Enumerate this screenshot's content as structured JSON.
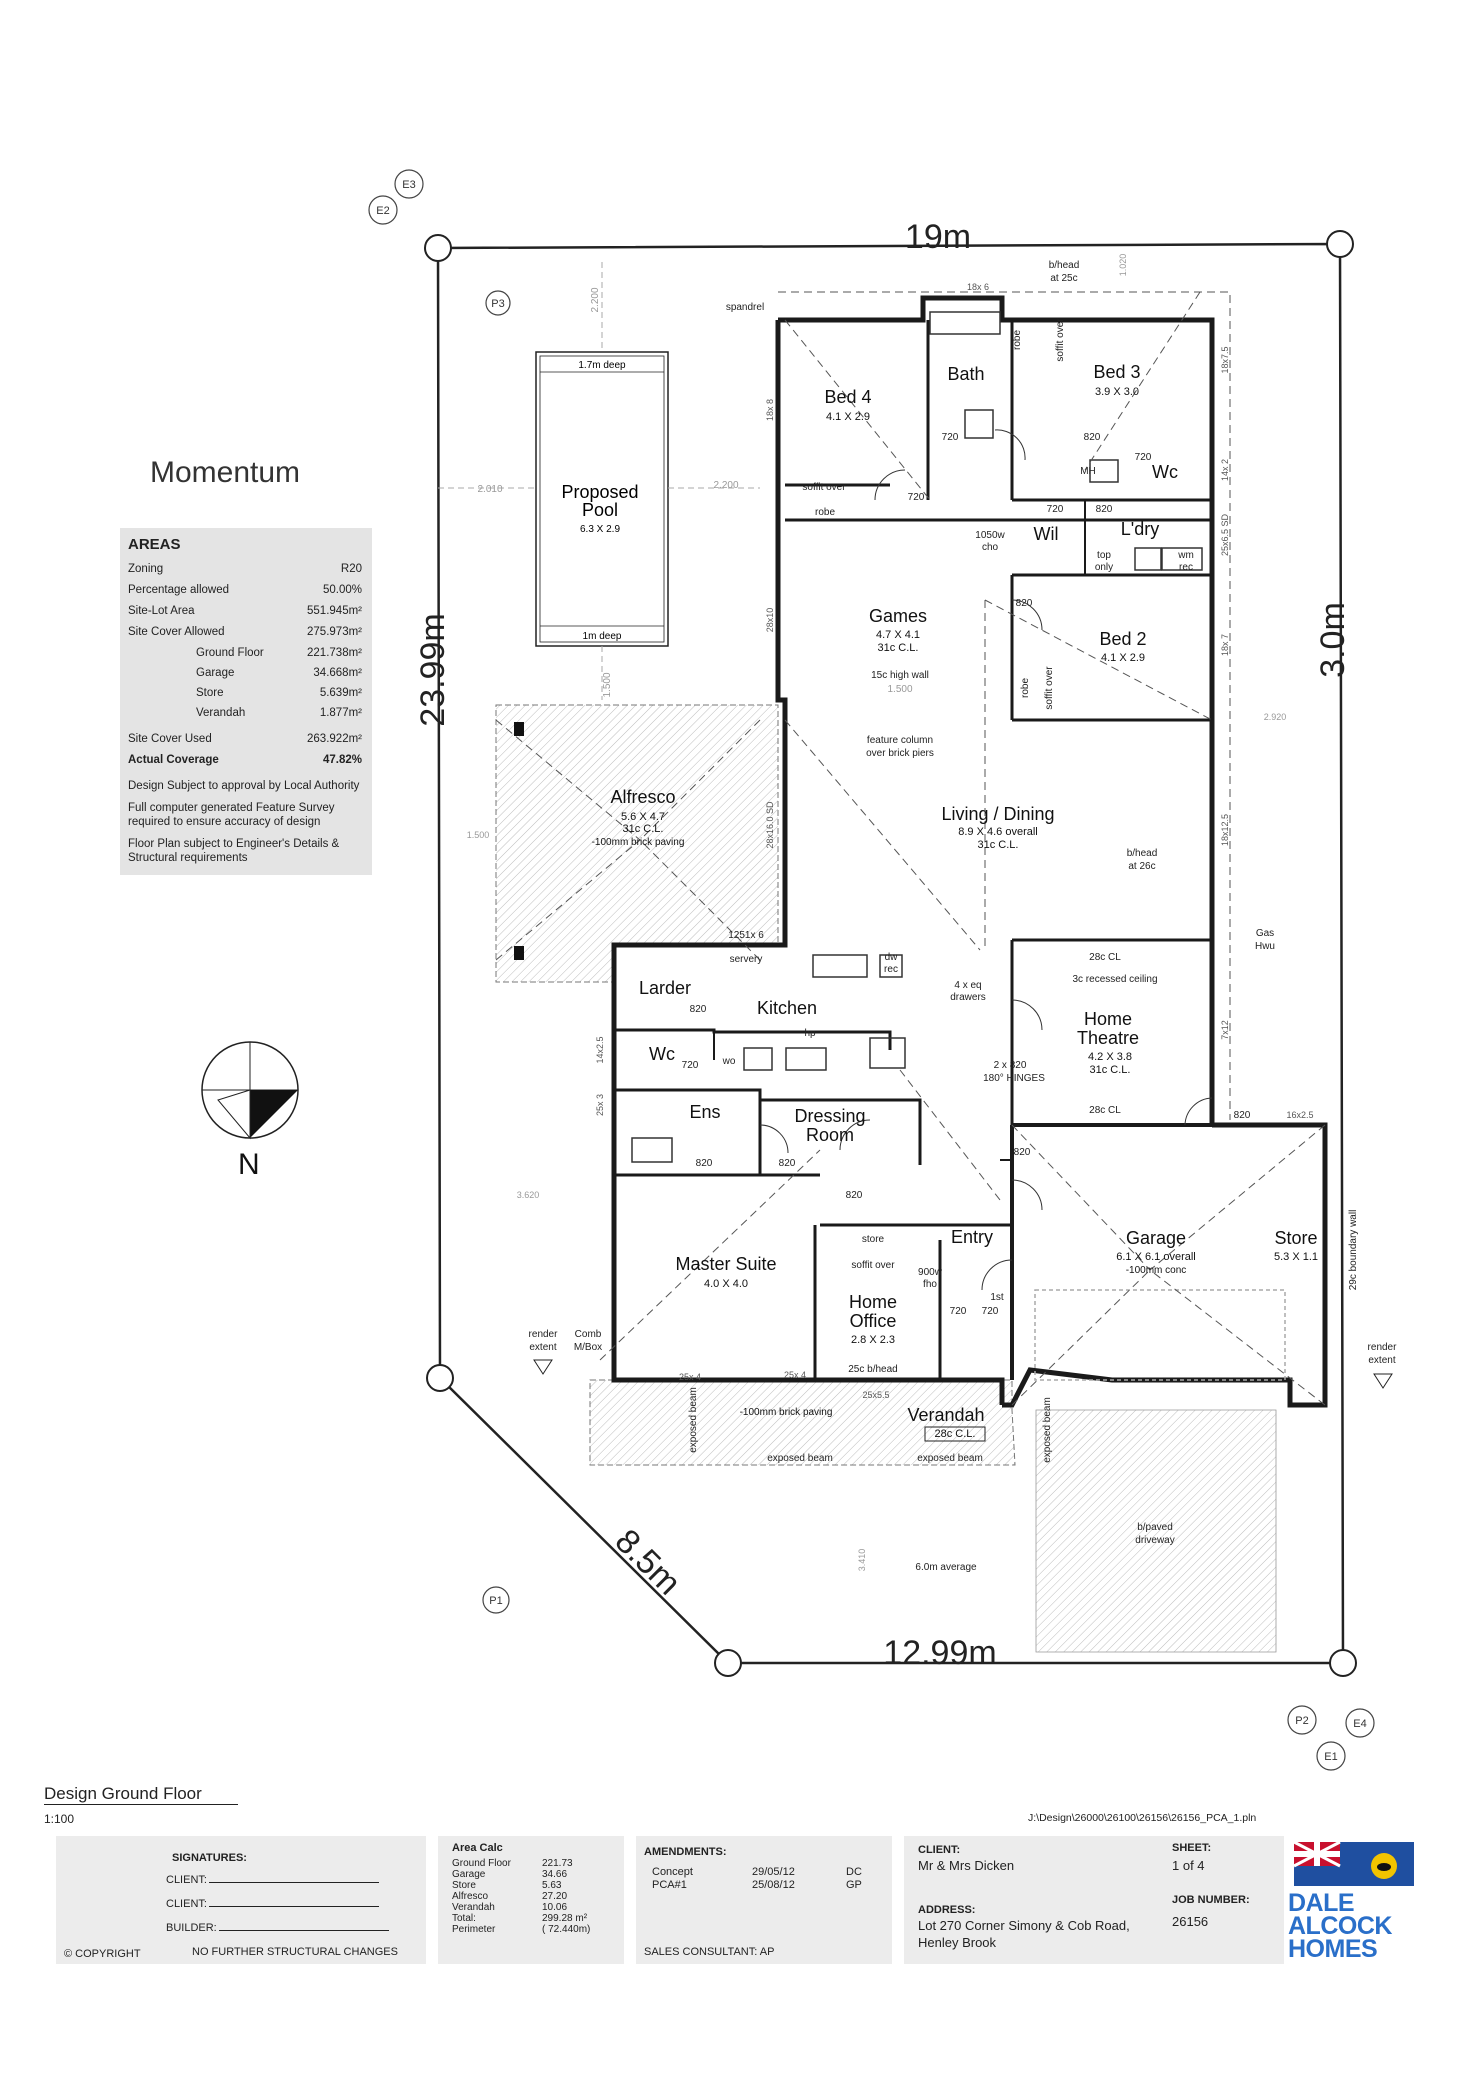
{
  "site": {
    "dim_top": "19m",
    "dim_left": "23.99m",
    "dim_right": "3.0m",
    "dim_diag": "8.5m",
    "dim_bottom": "12.99m"
  },
  "markers": {
    "p1": "P1",
    "p2": "P2",
    "p3": "P3",
    "e1": "E1",
    "e2": "E2",
    "e3": "E3",
    "e4": "E4"
  },
  "pool": {
    "name": "Proposed Pool",
    "size": "6.3 X 2.9",
    "deep_top": "1.7m deep",
    "deep_bottom": "1m deep",
    "setback_left": "2.010",
    "setback_right": "2.200",
    "setback_top": "2.200",
    "setback_bottom": "1.500"
  },
  "rooms": {
    "bed4": {
      "name": "Bed 4",
      "size": "4.1 X 2.9"
    },
    "bath": {
      "name": "Bath"
    },
    "bed3": {
      "name": "Bed 3",
      "size": "3.9 X 3.0"
    },
    "wc1": {
      "name": "Wc"
    },
    "ldry": {
      "name": "L'dry"
    },
    "wil": {
      "name": "Wil"
    },
    "games": {
      "name": "Games",
      "size": "4.7 X 4.1",
      "ceiling": "31c C.L."
    },
    "bed2": {
      "name": "Bed 2",
      "size": "4.1 X 2.9"
    },
    "alfresco": {
      "name": "Alfresco",
      "size": "5.6 X 4.7",
      "ceiling": "31c C.L.",
      "note": "-100mm brick paving"
    },
    "living": {
      "name": "Living / Dining",
      "size": "8.9 X 4.6 overall",
      "ceiling": "31c C.L."
    },
    "larder": {
      "name": "Larder"
    },
    "kitchen": {
      "name": "Kitchen"
    },
    "wc2": {
      "name": "Wc"
    },
    "ens": {
      "name": "Ens"
    },
    "dressing": {
      "name": "Dressing Room"
    },
    "theatre": {
      "name": "Home Theatre",
      "size": "4.2 X 3.8",
      "ceiling": "31c C.L."
    },
    "master": {
      "name": "Master Suite",
      "size": "4.0 X 4.0"
    },
    "office": {
      "name": "Home Office",
      "size": "2.8 X 2.3"
    },
    "entry": {
      "name": "Entry"
    },
    "garage": {
      "name": "Garage",
      "size": "6.1 X 6.1 overall",
      "note": "-100mm conc"
    },
    "store": {
      "name": "Store",
      "size": "5.3 X 1.1"
    },
    "verandah": {
      "name": "Verandah",
      "ceiling": "28c C.L.",
      "note": "-100mm brick paving"
    }
  },
  "notes": {
    "spandrel": "spandrel",
    "bhead_top": "b/head at 25c",
    "bhead_living": "b/head at 26c",
    "soffit_bed4": "soffit over",
    "robe": "robe",
    "robe_bed2": "robe",
    "soffit_bed2": "soffit over",
    "soffit_bed3": "soffit over",
    "robe_bed3": "robe",
    "mh": "MH",
    "top_only": "top only",
    "wm_rec": "wm rec",
    "ch1050": "1050w cho",
    "high_wall": "15c high wall",
    "high_wall_len": "1.500",
    "feature_col": "feature column over brick piers",
    "servery": "servery",
    "dw_rec": "dw rec",
    "drawers": "4 x eq drawers",
    "hp": "hp",
    "wo": "wo",
    "hinges": "180° HINGES",
    "hinge_dim": "2 x 820",
    "cl_28_top": "28c CL",
    "cl_28_bot": "28c CL",
    "recess": "3c recessed ceiling",
    "gas": "Gas Hwu",
    "render_left": "render extent",
    "render_right": "render extent",
    "comb": "Comb M/Box",
    "boundary_wall": "29c boundary wall",
    "bpaved": "b/paved driveway",
    "avg": "6.0m average",
    "exposed_beam1": "exposed beam",
    "exposed_beam2": "exposed beam",
    "exposed_beam_v1": "exposed beam",
    "exposed_beam_v2": "exposed beam",
    "store_office": "store",
    "soffit_office": "soffit over",
    "fho": "900w fho",
    "bhead_25c": "25c b/head",
    "first": "1st",
    "d820": "820",
    "d720": "720",
    "w1251": "1251x 6",
    "dim_18x6": "18x 6",
    "dim_18x8": "18x 8",
    "dim_28x10": "28x10",
    "dim_28x16": "28x16.0 SD",
    "dim_18x7_5": "18x7.5",
    "dim_14x2": "14x 2",
    "dim_25x6": "25x6.5 SD",
    "dim_18x7": "18x 7",
    "dim_18x12": "18x12.5",
    "dim_7x12": "7x12",
    "dim_14x2_5": "14x2.5",
    "dim_25x3": "25x 3",
    "dim_16x2_5": "16x2.5",
    "dim_25x4": "25x 4",
    "dim_25x5": "25x5.5",
    "dim_25x4b": "25x 4",
    "setback_1500": "1.500",
    "setback_3620": "3.620",
    "setback_2920": "2.920",
    "setback_3410": "3.410",
    "setback_1020": "1.020"
  },
  "title": "Momentum",
  "areas": {
    "heading": "AREAS",
    "rows": [
      {
        "label": "Zoning",
        "value": "R20"
      },
      {
        "label": "Percentage allowed",
        "value": "50.00%"
      },
      {
        "label": "Site-Lot Area",
        "value": "551.945m²"
      },
      {
        "label": "Site Cover Allowed",
        "value": "275.973m²"
      }
    ],
    "sub": [
      {
        "label": "Ground Floor",
        "value": "221.738m²"
      },
      {
        "label": "Garage",
        "value": "34.668m²"
      },
      {
        "label": "Store",
        "value": "5.639m²"
      },
      {
        "label": "Verandah",
        "value": "1.877m²"
      }
    ],
    "used": {
      "label": "Site Cover Used",
      "value": "263.922m²"
    },
    "actual": {
      "label": "Actual Coverage",
      "value": "47.82%"
    },
    "note1": "Design Subject to approval by Local Authority",
    "note2": "Full computer generated Feature Survey required to ensure accuracy of design",
    "note3": "Floor Plan subject to Engineer's Details & Structural requirements"
  },
  "north_label": "N",
  "design_label": "Design Ground Floor",
  "scale": "1:100",
  "filepath": "J:\\Design\\26000\\26100\\26156\\26156_PCA_1.pln",
  "titleblock": {
    "copyright": "© COPYRIGHT",
    "signatures": "SIGNATURES:",
    "client1": "CLIENT:",
    "client2": "CLIENT:",
    "builder": "BUILDER:",
    "no_changes": "NO FURTHER STRUCTURAL CHANGES",
    "area_calc": "Area Calc",
    "calc_labels": [
      "Ground Floor",
      "Garage",
      "Store",
      "Alfresco",
      "Verandah",
      "Total:",
      "Perimeter"
    ],
    "calc_values": [
      "221.73",
      "34.66",
      "5.63",
      "27.20",
      "10.06",
      "299.28 m²",
      "( 72.440m)"
    ],
    "amendments": "AMENDMENTS:",
    "amend_rows": [
      {
        "name": "Concept",
        "date": "29/05/12",
        "by": "DC"
      },
      {
        "name": "PCA#1",
        "date": "25/08/12",
        "by": "GP"
      }
    ],
    "sales": "SALES CONSULTANT: AP",
    "client_hd": "CLIENT:",
    "client_name": "Mr & Mrs Dicken",
    "address_hd": "ADDRESS:",
    "address1": "Lot 270 Corner Simony & Cob Road,",
    "address2": "Henley Brook",
    "sheet_hd": "SHEET:",
    "sheet": "1 of 4",
    "job_hd": "JOB NUMBER:",
    "job": "26156",
    "logo1": "DALE",
    "logo2": "ALCOCK",
    "logo3": "HOMES"
  }
}
